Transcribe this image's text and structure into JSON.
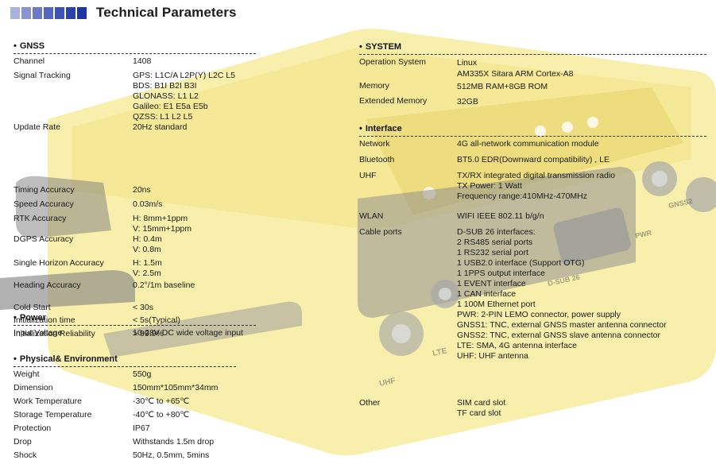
{
  "header": {
    "title": "Technical Parameters",
    "squares": [
      "#a9b3dd",
      "#8895d2",
      "#6a7ac7",
      "#5366c0",
      "#3d52b6",
      "#2b42ad",
      "#1d35a5"
    ]
  },
  "gnss": {
    "heading": "GNSS",
    "rows": [
      {
        "label": "Channel",
        "values": [
          "1408"
        ]
      },
      {
        "label": "Signal Tracking",
        "values": [
          "GPS: L1C/A L2P(Y) L2C L5",
          "BDS: B1I B2I B3I",
          "GLONASS: L1 L2",
          "Galileo: E1 E5a  E5b",
          "QZSS:  L1 L2 L5"
        ]
      },
      {
        "label": "Update Rate",
        "values": [
          "20Hz standard"
        ]
      },
      {
        "label": "Timing Accuracy",
        "values": [
          "20ns"
        ]
      },
      {
        "label": "Speed Accuracy",
        "values": [
          "0.03m/s"
        ]
      },
      {
        "label": "RTK Accuracy",
        "values": [
          "H: 8mm+1ppm",
          "V: 15mm+1ppm"
        ]
      },
      {
        "label": "DGPS Accuracy",
        "values": [
          "H: 0.4m",
          "V: 0.8m"
        ]
      },
      {
        "label": "Single Horizon Accuracy",
        "values": [
          "H: 1.5m",
          "V:  2.5m"
        ]
      },
      {
        "label": "Heading Accuracy",
        "values": [
          "0.2°/1m baseline"
        ]
      },
      {
        "label": "Cold Start",
        "values": [
          "< 30s"
        ]
      },
      {
        "label": "Initialization time",
        "values": [
          "< 5s(Typical)"
        ]
      },
      {
        "label": "Initialization Reliability",
        "values": [
          "> 99.9%"
        ]
      }
    ]
  },
  "power": {
    "heading": "Power",
    "rows": [
      {
        "label": "Input Voltage",
        "values": [
          "10-28V DC wide voltage input"
        ]
      }
    ]
  },
  "physical": {
    "heading": "Physical& Environment",
    "rows": [
      {
        "label": "Weight",
        "values": [
          "550g"
        ]
      },
      {
        "label": "Dimension",
        "values": [
          "150mm*105mm*34mm"
        ]
      },
      {
        "label": "Work Temperature",
        "values": [
          "-30℃ to +65℃"
        ]
      },
      {
        "label": "Storage Temperature",
        "values": [
          "-40℃ to +80℃"
        ]
      },
      {
        "label": "Protection",
        "values": [
          "IP67"
        ]
      },
      {
        "label": "Drop",
        "values": [
          "Withstands 1.5m drop"
        ]
      },
      {
        "label": "Shock",
        "values": [
          "50Hz, 0.5mm, 5mins"
        ]
      }
    ]
  },
  "system": {
    "heading": "SYSTEM",
    "rows": [
      {
        "label": "Operation System",
        "values": [
          "Linux",
          "AM335X Sitara ARM Cortex-A8"
        ]
      },
      {
        "label": "Memory",
        "values": [
          "512MB RAM+8GB ROM"
        ]
      },
      {
        "label": "Extended Memory",
        "values": [
          "32GB"
        ]
      }
    ]
  },
  "interface": {
    "heading": "Interface",
    "rows": [
      {
        "label": "Network",
        "values": [
          "4G all-network communication module"
        ]
      },
      {
        "label": "Bluetooth",
        "values": [
          "BT5.0 EDR(Downward compatibility) , LE"
        ]
      },
      {
        "label": "UHF",
        "values": [
          "TX/RX integrated digital transmission radio",
          "TX Power: 1 Watt",
          "Frequency range:410MHz-470MHz"
        ]
      },
      {
        "label": "WLAN",
        "values": [
          "WIFI IEEE 802.11 b/g/n"
        ]
      },
      {
        "label": "Cable ports",
        "values": [
          "D-SUB 26 interfaces:",
          "2 RS485 serial ports",
          "1 RS232 serial port",
          "1 USB2.0 interface (Support OTG)",
          "1 1PPS output interface",
          "1 EVENT interface",
          "1 CAN interface",
          "1 100M Ethernet port",
          "PWR: 2-PIN LEMO connector, power supply",
          "GNSS1: TNC, external GNSS master antenna connector",
          "GNSS2: TNC, external GNSS slave antenna connector",
          "LTE:   SMA, 4G antenna interface",
          "UHF:   UHF antenna"
        ]
      },
      {
        "label": "Other",
        "values": [
          "SIM card slot",
          "TF card slot"
        ]
      }
    ]
  },
  "device_labels": {
    "gnss2": "GNSS2",
    "pwr": "PWR",
    "lte": "LTE",
    "uhf": "UHF",
    "dsub": "D-SUB 26"
  }
}
